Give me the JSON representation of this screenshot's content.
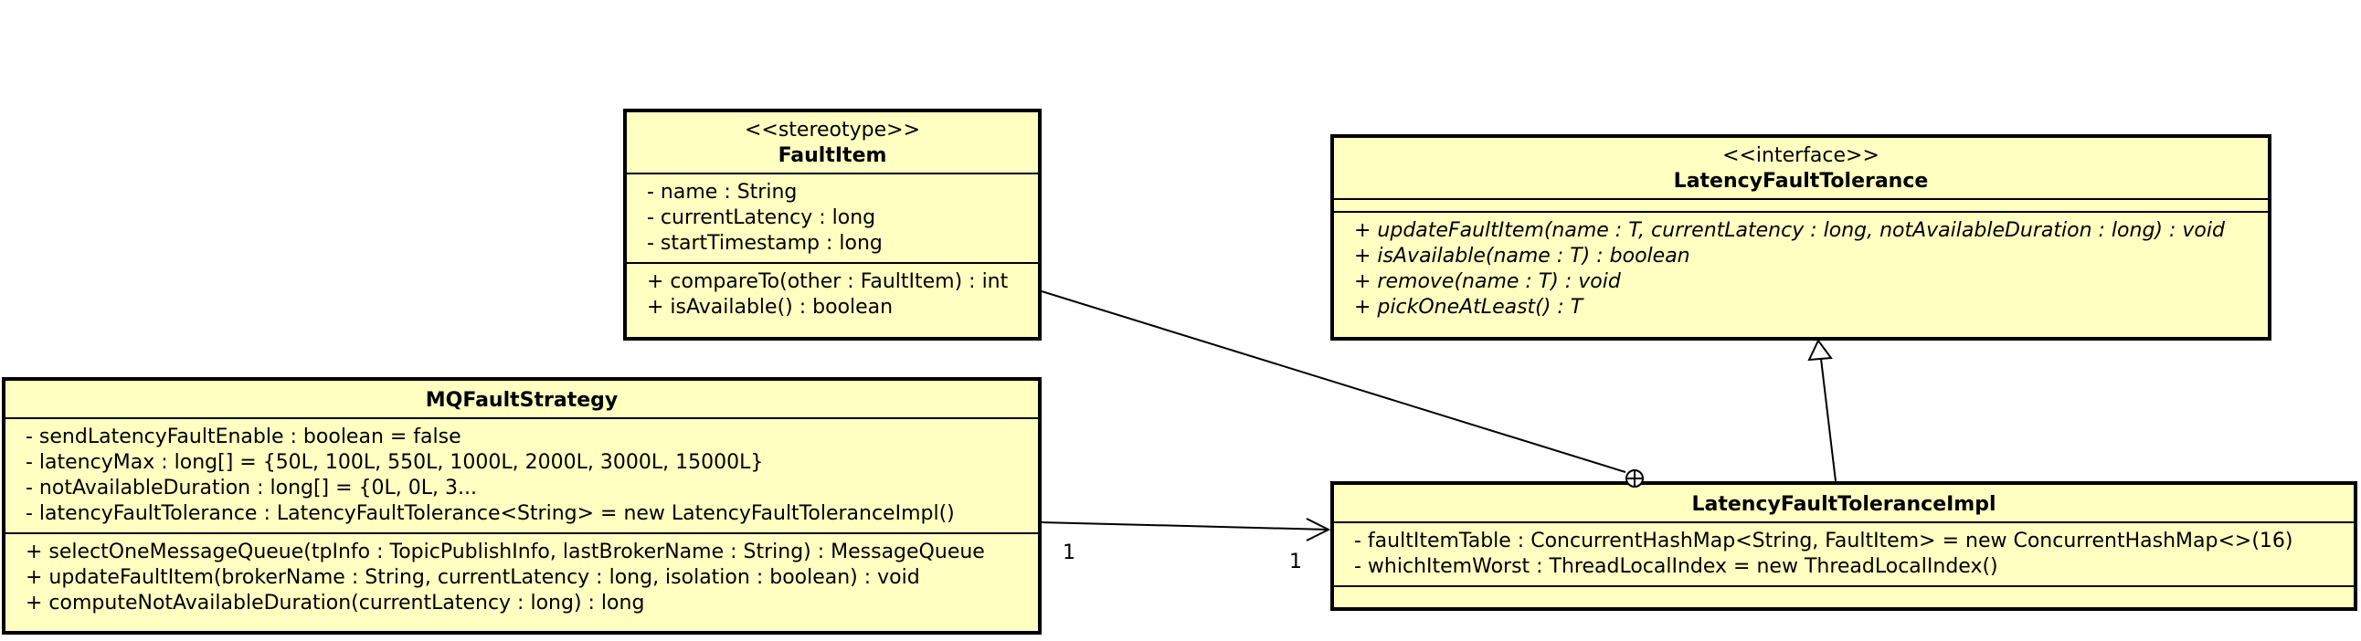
{
  "classes": {
    "fault_item": {
      "stereotype": "<<stereotype>>",
      "name": "FaultItem",
      "attributes": [
        "- name : String",
        "- currentLatency : long",
        "- startTimestamp : long"
      ],
      "operations": [
        "+ compareTo(other : FaultItem) : int",
        "+ isAvailable() : boolean"
      ]
    },
    "latency_fault_tolerance": {
      "stereotype": "<<interface>>",
      "name": "LatencyFaultTolerance",
      "attributes": [],
      "operations": [
        "+ updateFaultItem(name : T, currentLatency : long, notAvailableDuration : long) : void",
        "+ isAvailable(name : T) : boolean",
        "+ remove(name : T) : void",
        "+ pickOneAtLeast() : T"
      ]
    },
    "mq_fault_strategy": {
      "name": "MQFaultStrategy",
      "attributes": [
        "- sendLatencyFaultEnable : boolean = false",
        "- latencyMax : long[] = {50L, 100L, 550L, 1000L, 2000L, 3000L, 15000L}",
        "- notAvailableDuration : long[] = {0L, 0L, 3...",
        "- latencyFaultTolerance : LatencyFaultTolerance<String> = new LatencyFaultToleranceImpl()"
      ],
      "operations": [
        "+ selectOneMessageQueue(tpInfo : TopicPublishInfo, lastBrokerName : String) : MessageQueue",
        "+ updateFaultItem(brokerName : String, currentLatency : long, isolation : boolean) : void",
        "+ computeNotAvailableDuration(currentLatency : long) : long"
      ]
    },
    "latency_fault_tolerance_impl": {
      "name": "LatencyFaultToleranceImpl",
      "attributes": [
        "- faultItemTable : ConcurrentHashMap<String, FaultItem> = new ConcurrentHashMap<>(16)",
        "- whichItemWorst : ThreadLocalIndex = new ThreadLocalIndex()"
      ],
      "operations": []
    }
  },
  "associations": {
    "strategy_to_impl": {
      "source_multiplicity": "1",
      "target_multiplicity": "1"
    }
  }
}
